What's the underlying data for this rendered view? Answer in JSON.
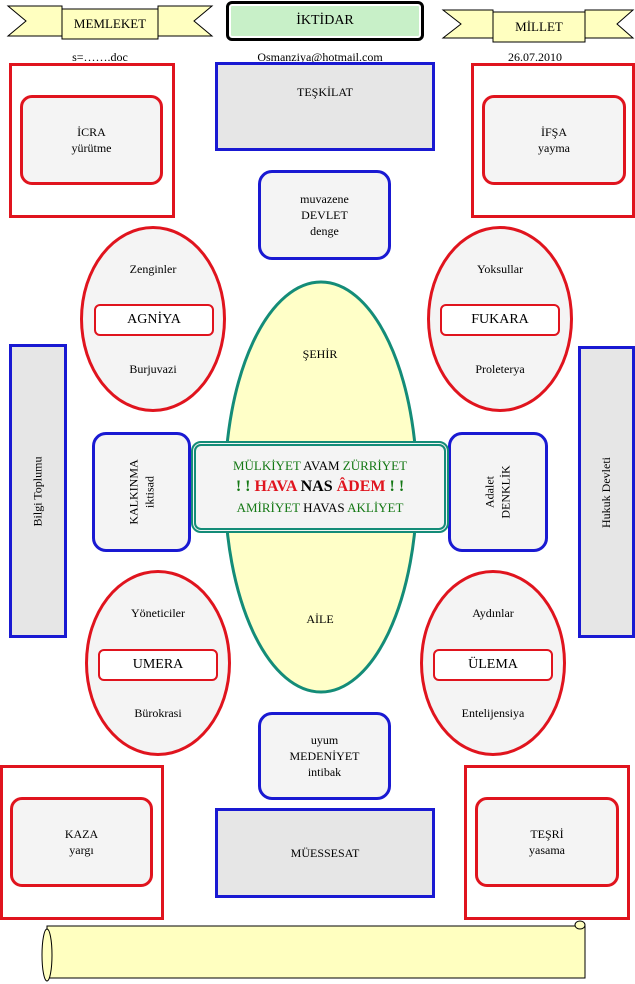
{
  "header": {
    "left_banner": "MEMLEKET",
    "center_banner": "İKTİDAR",
    "right_banner": "MİLLET",
    "file_note": "s=…….doc",
    "email": "Osmanziya@hotmail.com",
    "date": "26.07.2010"
  },
  "corners": {
    "top_left": {
      "title": "İCRA",
      "sub": "yürütme"
    },
    "top_right": {
      "title": "İFŞA",
      "sub": "yayma"
    },
    "bottom_left": {
      "title": "KAZA",
      "sub": "yargı"
    },
    "bottom_right": {
      "title": "TEŞRİ",
      "sub": "yasama"
    }
  },
  "top_box": "TEŞKİLAT",
  "bottom_box": "MÜESSESAT",
  "top_balance": {
    "line1": "muvazene",
    "line2": "DEVLET",
    "line3": "denge"
  },
  "bottom_balance": {
    "line1": "uyum",
    "line2": "MEDENİYET",
    "line3": "intibak"
  },
  "side_left": "Bilgi Toplumu",
  "side_right": "Hukuk Devleti",
  "ovals": {
    "top_left": {
      "top": "Zenginler",
      "pill": "AGNİYA",
      "bottom": "Burjuvazi"
    },
    "top_right": {
      "top": "Yoksullar",
      "pill": "FUKARA",
      "bottom": "Proleterya"
    },
    "bottom_left": {
      "top": "Yöneticiler",
      "pill": "UMERA",
      "bottom": "Bürokrasi"
    },
    "bottom_right": {
      "top": "Aydınlar",
      "pill": "ÜLEMA",
      "bottom": "Entelijensiya"
    }
  },
  "mid_left": {
    "line1": "KALKINMA",
    "line2": "iktisad"
  },
  "mid_right": {
    "line1": "Adalet",
    "line2": "DENKLİK"
  },
  "center_oval": {
    "top": "ŞEHİR",
    "bottom": "AİLE"
  },
  "core": {
    "row1": {
      "a": "MÜLKİYET",
      "b": "AVAM",
      "c": "ZÜRRİYET"
    },
    "row2": {
      "bang_l": "! !",
      "a": "HAVA",
      "b": "NAS",
      "c": "ÂDEM",
      "bang_r": "! !"
    },
    "row3": {
      "a": "AMİRİYET",
      "b": "HAVAS",
      "c": "AKLİYET"
    }
  },
  "colors": {
    "red": "#e0141e",
    "blue": "#1919d2",
    "green": "#147814",
    "teal": "#148c78",
    "banner": "#ffffc0",
    "yellow_oval": "#ffffc8"
  }
}
